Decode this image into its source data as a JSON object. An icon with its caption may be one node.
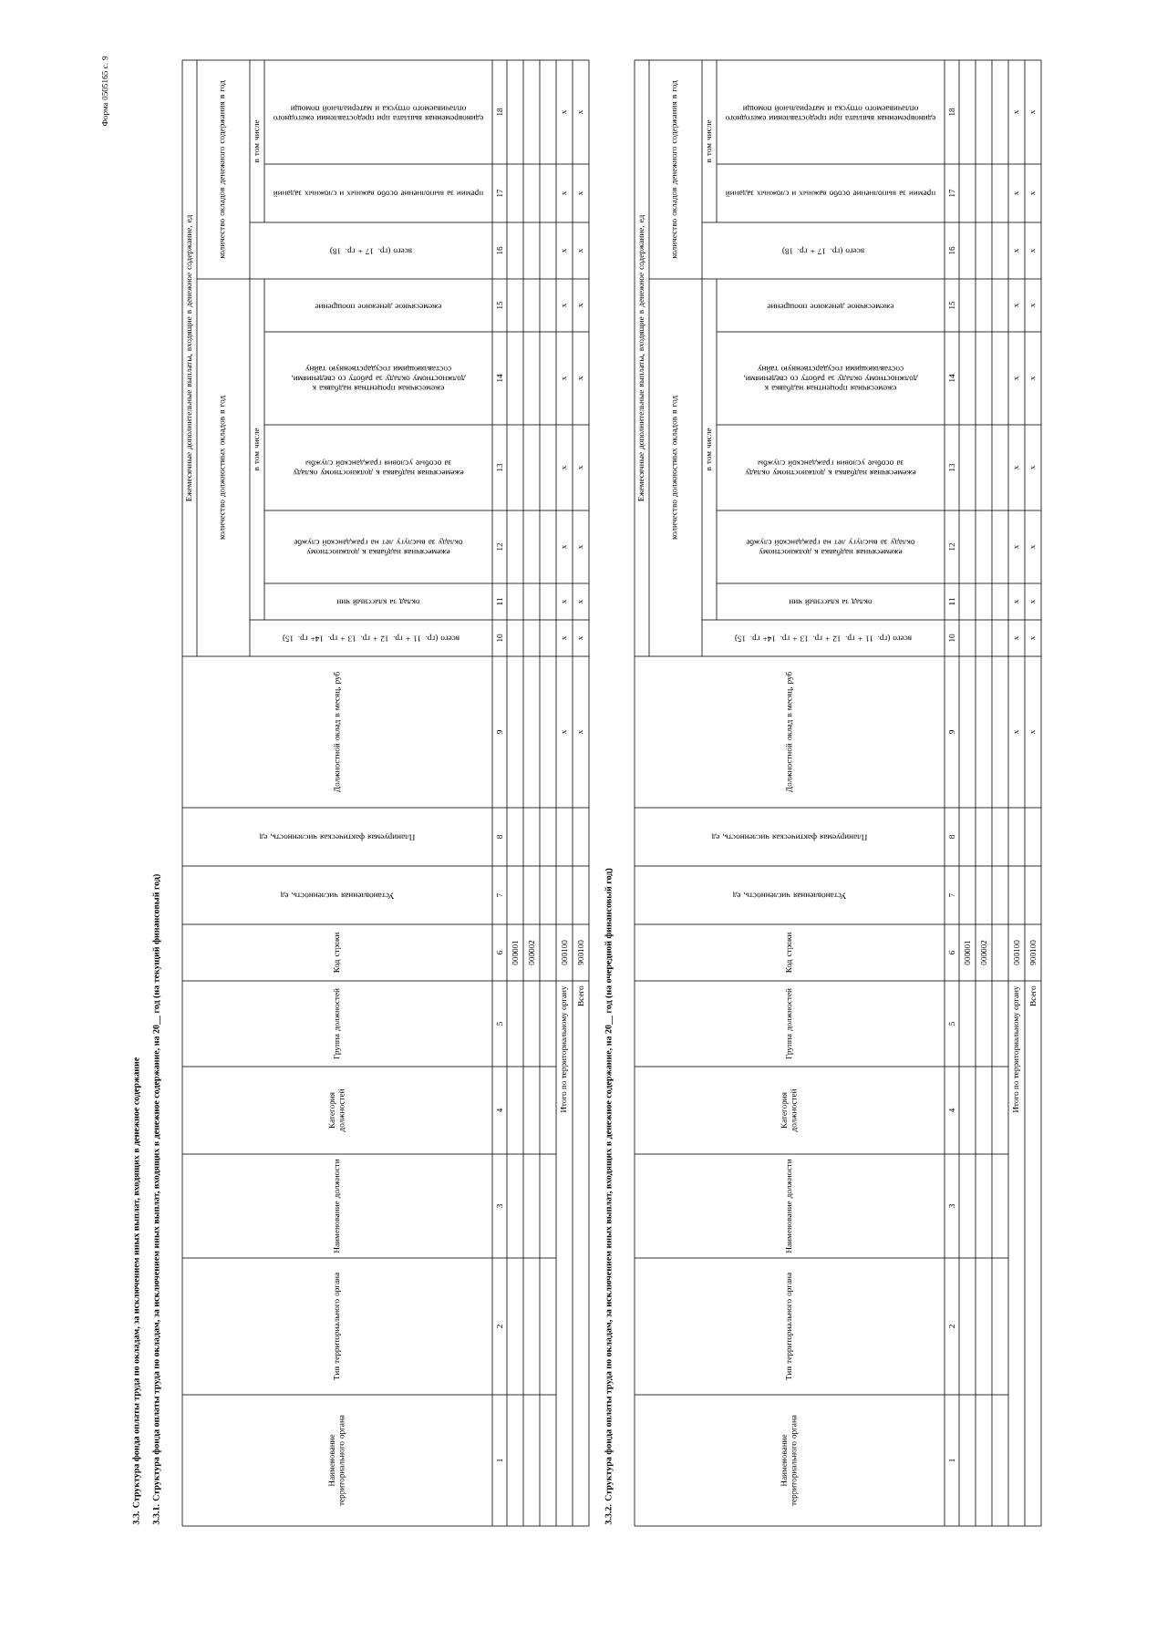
{
  "diagram": {
    "title": "3.3. Структура фонда оплаты труда по окладам, за исключением иных выплат, входящих в денежное содержание",
    "labels": [
      "Форма 0505165 с. 9",
      "3.3.1. Структура фонда оплаты труда по окладам, за исключением иных выплат, входящих в денежное содержание, на 20__ год (на текущий финансовый год)",
      "Наименование территориального органа",
      "Тип территориального органа",
      "Наименование должности",
      "Категория должностей",
      "Группа должностей",
      "Код строки",
      "Установленная численность, ед",
      "Планируемая фактическая численность, ед",
      "Должностной оклад в месяц, руб",
      "Ежемесячные дополнительные выплаты, входящие в денежное содержание, ед",
      "количество должностных окладов в год",
      "в том числе",
      "всего (гр. 11 + гр. 12 + гр. 13 + гр. 14+ гр. 15)",
      "оклад за классный чин",
      "ежемесячная надбавка к должностному окладу за выслугу лет на гражданской службе",
      "ежемесячная надбавка к должностному окладу за особые условия гражданской службы",
      "ежемесячная процентная надбавка к должностному окладу за работу со сведениями, составляющими государственную тайну",
      "ежемесячное денежное поощрение",
      "количество окладов денежного содержания в год",
      "в том числе",
      "всего (гр. 17 + гр. 18)",
      "премии за выполнение особо важных и сложных заданий",
      "единовременная выплата при предоставлении ежегодного оплачиваемого отпуска и материальной помощи",
      "1",
      "2",
      "3",
      "4",
      "5",
      "6",
      "7",
      "8",
      "9",
      "10",
      "11",
      "12",
      "13",
      "14",
      "15",
      "16",
      "17",
      "18",
      "000001",
      "000002",
      "Итого по территориальному органу",
      "000100",
      "Всего",
      "900100",
      "x",
      "x",
      "x",
      "x",
      "x",
      "x",
      "x",
      "x",
      "x",
      "x",
      "x",
      "x",
      "x",
      "x",
      "x",
      "x",
      "x",
      "x",
      "x",
      "x",
      "3.3.2. Структура фонда оплаты труда по окладам, за исключением иных выплат, входящих в денежное содержание, на 20__ год (на очередной финансовый год)",
      "Наименование территориального органа",
      "Тип территориального органа",
      "Наименование должности",
      "Категория должностей",
      "Группа должностей",
      "Код строки",
      "Установленная численность, ед",
      "Планируемая фактическая численность, ед",
      "Должностной оклад в месяц, руб",
      "Ежемесячные дополнительные выплаты, входящие в денежное содержание, ед",
      "количество должностных окладов в год",
      "в том числе",
      "всего (гр. 11 + гр. 12 + гр. 13 + гр. 14+ гр. 15)",
      "оклад за классный чин",
      "ежемесячная надбавка к должностному окладу за выслугу лет на гражданской службе",
      "ежемесячная надбавка к должностному окладу за особые условия гражданской службы",
      "ежемесячная процентная надбавка к должностному окладу за работу со сведениями, составляющими государственную тайну",
      "ежемесячное денежное поощрение",
      "количество окладов денежного содержания в год",
      "в том числе",
      "всего (гр. 17 + гр. 18)",
      "премии за выполнение особо важных и сложных заданий",
      "единовременная выплата при предоставлении ежегодного оплачиваемого отпуска и материальной помощи",
      "1",
      "2",
      "3",
      "4",
      "5",
      "6",
      "7",
      "8",
      "9",
      "10",
      "11",
      "12",
      "13",
      "14",
      "15",
      "16",
      "17",
      "18",
      "000001",
      "000002",
      "Итого по территориальному органу",
      "000100",
      "Всего",
      "900100",
      "x",
      "x",
      "x",
      "x",
      "x",
      "x",
      "x",
      "x",
      "x",
      "x",
      "x",
      "x",
      "x",
      "x",
      "x",
      "x",
      "x",
      "x",
      "x",
      "x"
    ]
  }
}
